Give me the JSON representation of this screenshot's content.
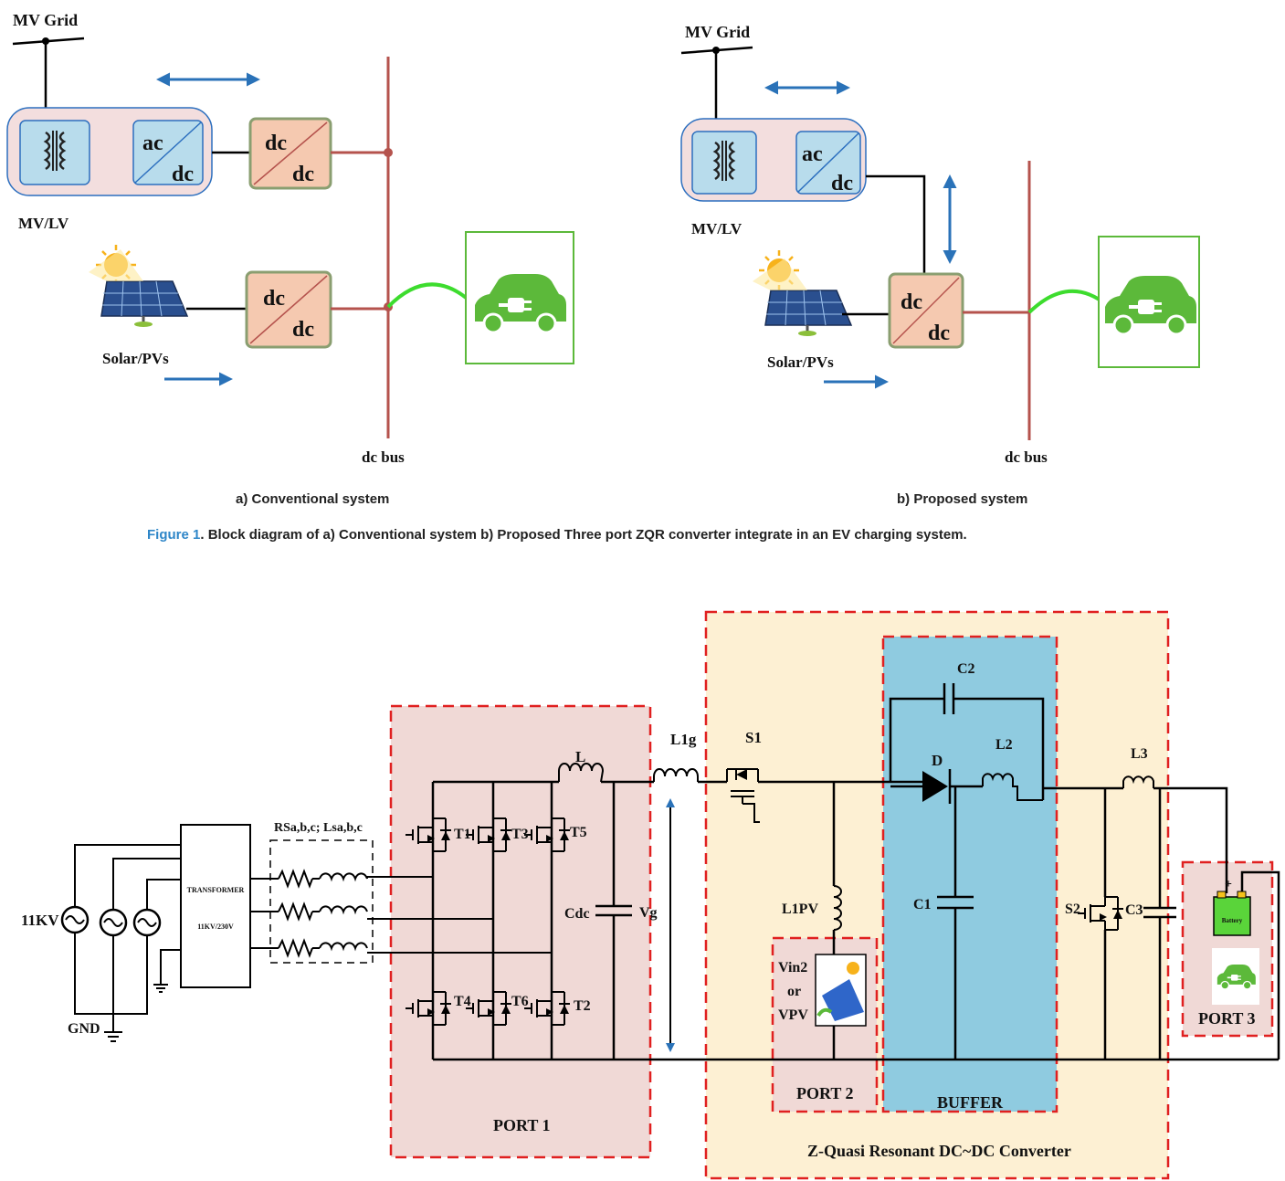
{
  "colors": {
    "panel_pink": "#f3dede",
    "panel_blue_border": "#2c6fbf",
    "converter_blue": "#b8dcec",
    "dcdc_fill": "#f5c9b0",
    "dcdc_border": "#8a9e70",
    "bus": "#b5534d",
    "arrow": "#2a72b8",
    "ev_green": "#5cb93a",
    "port_bg": "#f0d9d6",
    "zqr_bg": "#fdf0d3",
    "buffer_bg": "#8fcbe0",
    "dash_red": "#e02020",
    "fig_label": "#2e86c8"
  },
  "top": {
    "left": {
      "mv_grid": "MV Grid",
      "ac": "ac",
      "dc": "dc",
      "dc1_top": "dc",
      "dc1_bot": "dc",
      "dc2_top": "dc",
      "dc2_bot": "dc",
      "mvlv": "MV/LV",
      "solar": "Solar/PVs",
      "dc_bus": "dc bus",
      "caption": "a) Conventional system"
    },
    "right": {
      "mv_grid": "MV Grid",
      "ac": "ac",
      "dc": "dc",
      "dc1_top": "dc",
      "dc1_bot": "dc",
      "mvlv": "MV/LV",
      "solar": "Solar/PVs",
      "dc_bus": "dc bus",
      "caption": "b) Proposed system"
    },
    "figure_label": "Figure 1",
    "figure_text": ". Block diagram of a) Conventional system b) Proposed Three port ZQR converter integrate in an EV charging system.",
    "icons": [
      "transformer-icon",
      "ac-dc-converter-icon",
      "dc-dc-converter-icon",
      "solar-panel-icon",
      "ev-charging-icon",
      "bidirectional-arrow-icon",
      "power-flow-arrow-icon"
    ]
  },
  "circuit": {
    "source_label": "11KV",
    "gnd": "GND",
    "transformer_title": "TRANSFORMER",
    "transformer_rating": "11KV/230V",
    "rl_label": "RSa,b,c; Lsa,b,c",
    "switches": [
      "T1",
      "T3",
      "T5",
      "T4",
      "T6",
      "T2"
    ],
    "L": "L",
    "Cdc": "Cdc",
    "Vg": "Vg",
    "L1g": "L1g",
    "S1": "S1",
    "L1PV": "L1PV",
    "vin2_a": "Vin2",
    "vin2_or": "or",
    "vin2_b": "VPV",
    "C2": "C2",
    "D": "D",
    "L2": "L2",
    "C1": "C1",
    "L3": "L3",
    "S2": "S2",
    "C3": "C3",
    "battery": "Battery",
    "plus": "+",
    "port1": "PORT 1",
    "port2": "PORT 2",
    "port3": "PORT 3",
    "buffer": "BUFFER",
    "zqr": "Z-Quasi Resonant DC~DC Converter"
  }
}
